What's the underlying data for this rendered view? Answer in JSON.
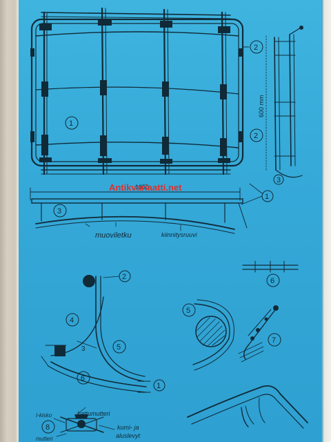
{
  "watermark": "Antikvariaatti.net",
  "labels": {
    "muoviletku": "muoviletku",
    "kiinnitysruuvi": "kiinnitysruuvi",
    "hattumutteri": "hattumutteri",
    "kumi_ja": "kumi- ja",
    "aluslevyt": "aluslevyt",
    "i_kisko": "I-kisko",
    "mutteri": "mutteri"
  },
  "dimensions": {
    "width_dim": "1850",
    "height_dim": "600 mm"
  },
  "callouts": [
    "1",
    "2",
    "3",
    "4",
    "5",
    "6",
    "7",
    "8"
  ],
  "colors": {
    "blueprint": "#35a9d8",
    "ink": "#102a38",
    "watermark": "#e0302c"
  }
}
